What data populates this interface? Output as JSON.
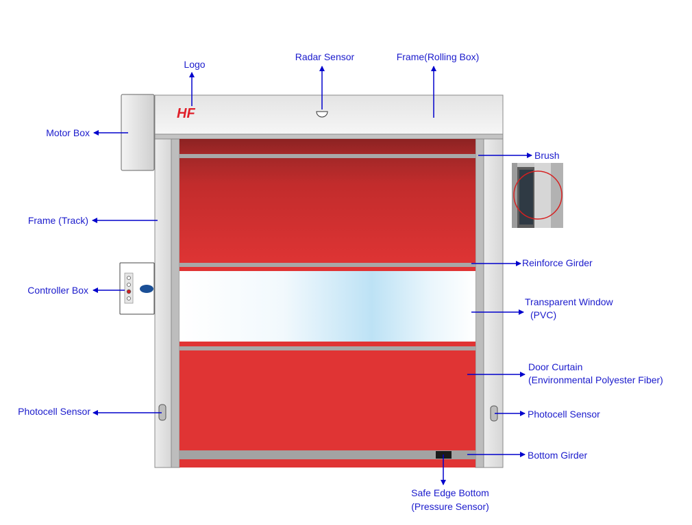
{
  "diagram": {
    "logo_text": "HF",
    "labels": {
      "logo": "Logo",
      "radar_sensor": "Radar Sensor",
      "frame_rolling_box": "Frame(Rolling Box)",
      "motor_box": "Motor Box",
      "brush": "Brush",
      "frame_track": "Frame (Track)",
      "reinforce_girder": "Reinforce Girder",
      "controller_box": "Controller Box",
      "transparent_window_line1": "Transparent Window",
      "transparent_window_line2": "(PVC)",
      "door_curtain_line1": "Door Curtain",
      "door_curtain_line2": "(Environmental Polyester Fiber)",
      "photocell_sensor_left": "Photocell Sensor",
      "photocell_sensor_right": "Photocell Sensor",
      "bottom_girder": "Bottom Girder",
      "safe_edge_line1": "Safe Edge Bottom",
      "safe_edge_line2": "(Pressure Sensor)"
    },
    "colors": {
      "label_blue": "#1a1acc",
      "arrow_blue": "#0000cc",
      "curtain_red": "#e03434",
      "curtain_dark_red": "#8e2424",
      "frame_gray": "#d8d8d8",
      "window_blue": "#bfe3f5",
      "logo_red": "#e0202a"
    }
  }
}
